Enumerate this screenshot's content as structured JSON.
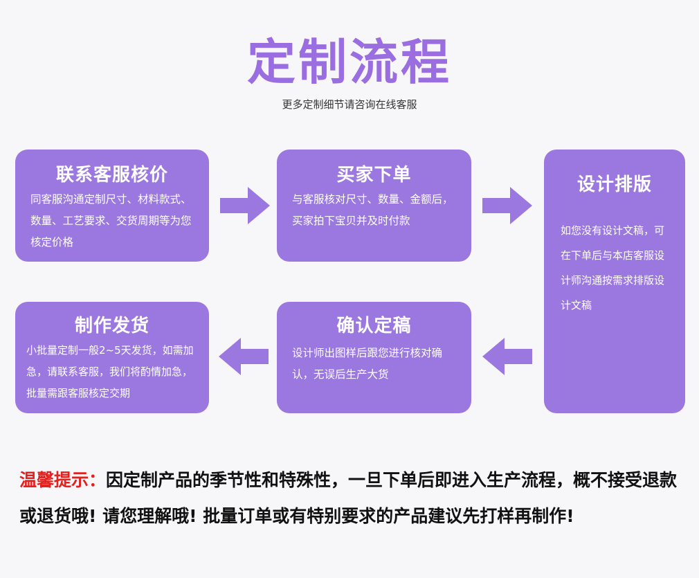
{
  "header": {
    "title": "定制流程",
    "subtitle": "更多定制细节请咨询在线客服"
  },
  "steps": [
    {
      "title": "联系客服核价",
      "desc": "同客服沟通定制尺寸、材料款式、数量、工艺要求、交货周期等为您核定价格"
    },
    {
      "title": "买家下单",
      "desc": "与客服核对尺寸、数量、金额后，买家拍下宝贝并及时付款"
    },
    {
      "title": "设计排版",
      "desc": "如您没有设计文稿，可在下单后与本店客服设计师沟通按需求排版设计文稿"
    },
    {
      "title": "确认定稿",
      "desc": "设计师出图样后跟您进行核对确认，无误后生产大货"
    },
    {
      "title": "制作发货",
      "desc": "小批量定制一般2~5天发货，如需加急，请联系客服，我们将酌情加急，批量需跟客服核定交期"
    }
  ],
  "notice": {
    "label": "温馨提示：",
    "text": "因定制产品的季节性和特殊性，一旦下单后即进入生产流程，概不接受退款或退货哦! 请您理解哦! 批量订单或有特别要求的产品建议先打样再制作!"
  },
  "colors": {
    "accent": "#9b78e0",
    "title": "#9a6ee0",
    "warning": "#e3201e"
  }
}
